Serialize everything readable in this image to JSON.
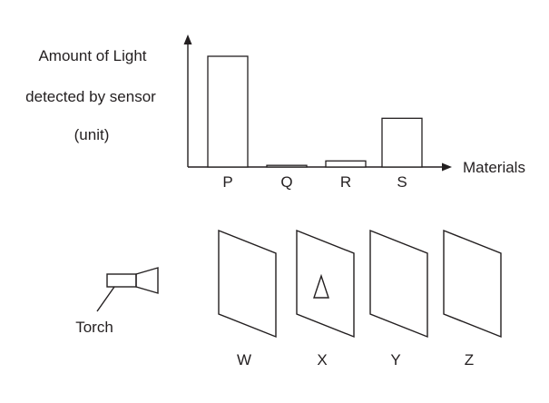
{
  "chart_data": {
    "type": "bar",
    "ylabel_lines": [
      "Amount of Light",
      "detected by sensor",
      "(unit)"
    ],
    "xlabel": "Materials",
    "categories": [
      "P",
      "Q",
      "R",
      "S"
    ],
    "values": [
      100,
      1.5,
      5.5,
      44
    ],
    "ylim": [
      0,
      115
    ],
    "grid": false
  },
  "setup": {
    "torch_label": "Torch",
    "sheets": [
      {
        "label": "W",
        "symbol": ""
      },
      {
        "label": "X",
        "symbol": "triangle"
      },
      {
        "label": "Y",
        "symbol": ""
      },
      {
        "label": "Z",
        "symbol": ""
      }
    ]
  }
}
